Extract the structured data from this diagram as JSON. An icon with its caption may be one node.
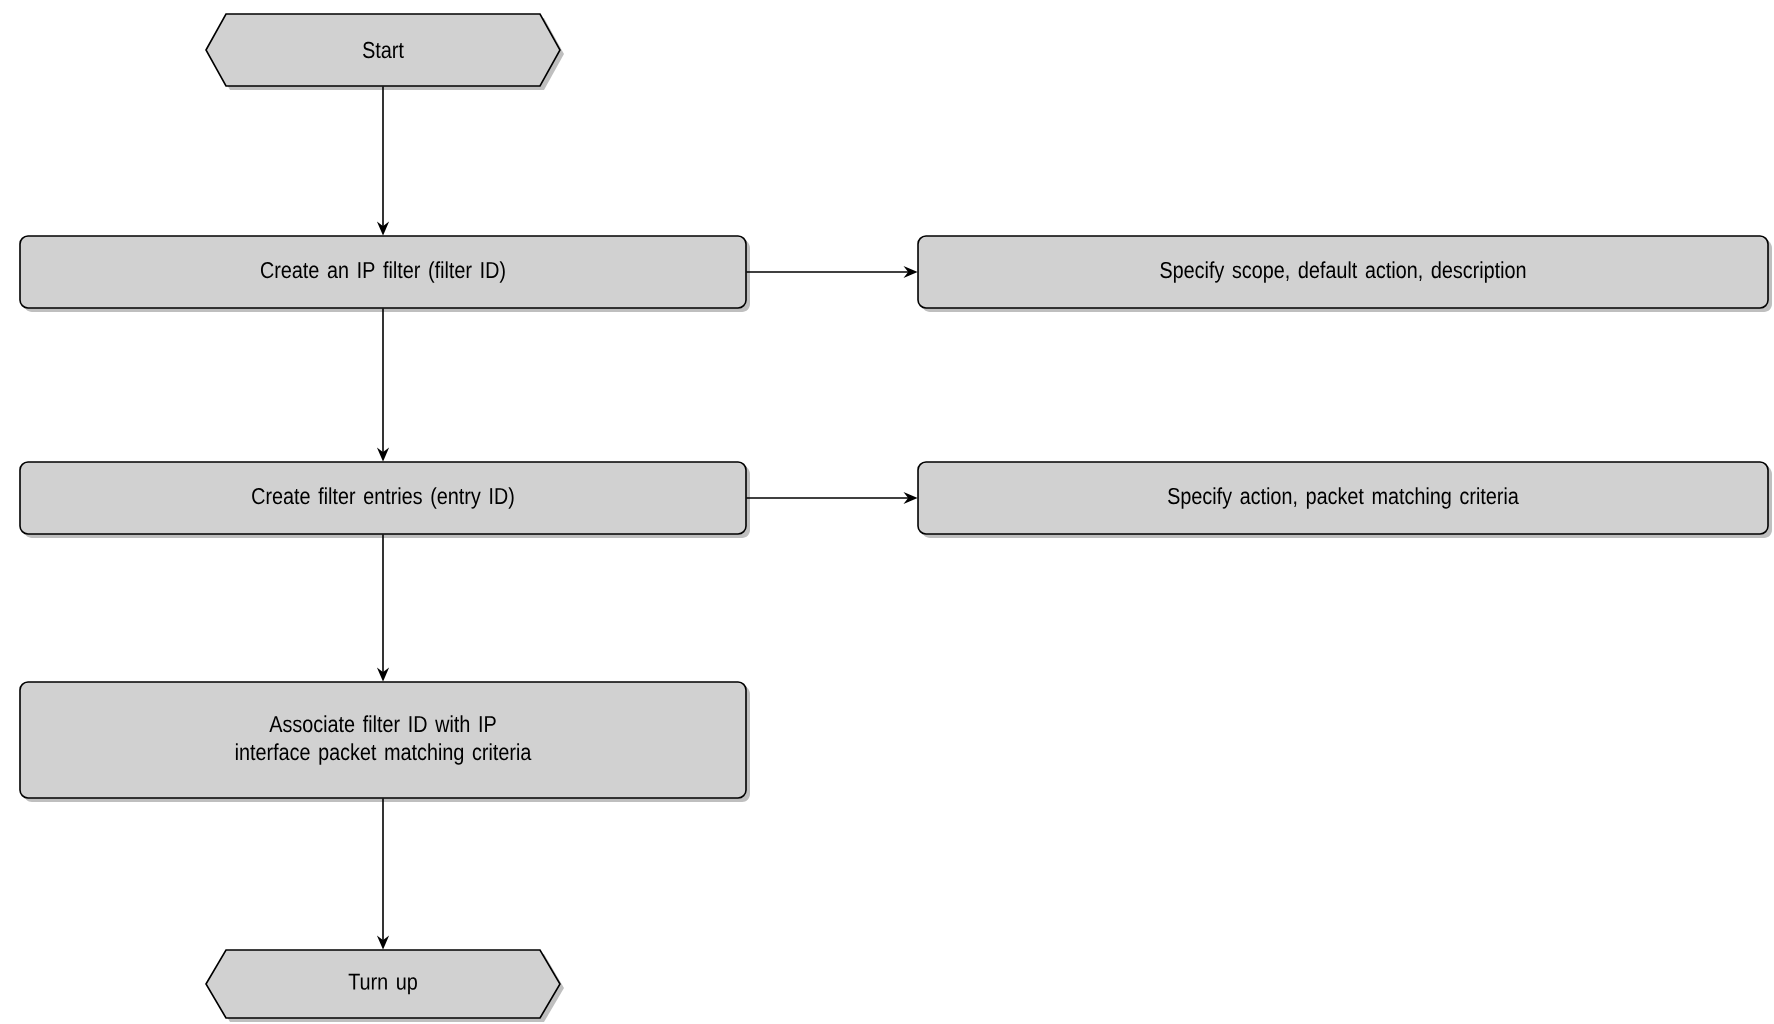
{
  "diagram": {
    "nodes": [
      {
        "text": [
          "Start"
        ]
      },
      {
        "text": [
          "Create an IP filter (filter ID)"
        ]
      },
      {
        "text": [
          "Specify scope, default action, description"
        ]
      },
      {
        "text": [
          "Create filter entries (entry ID)"
        ]
      },
      {
        "text": [
          "Specify action, packet matching criteria"
        ]
      },
      {
        "text": [
          "Associate filter ID with IP interface packet matching criteria"
        ]
      },
      {
        "text": [
          "Turn up"
        ]
      }
    ],
    "edges": [
      {
        "from": 0,
        "to": 1,
        "arrow": "to"
      },
      {
        "from": 1,
        "to": 2,
        "arrow": "to"
      },
      {
        "from": 1,
        "to": 3,
        "arrow": "to"
      },
      {
        "from": 3,
        "to": 4,
        "arrow": "to"
      },
      {
        "from": 3,
        "to": 5,
        "arrow": "to"
      },
      {
        "from": 5,
        "to": 6,
        "arrow": "to"
      }
    ]
  }
}
